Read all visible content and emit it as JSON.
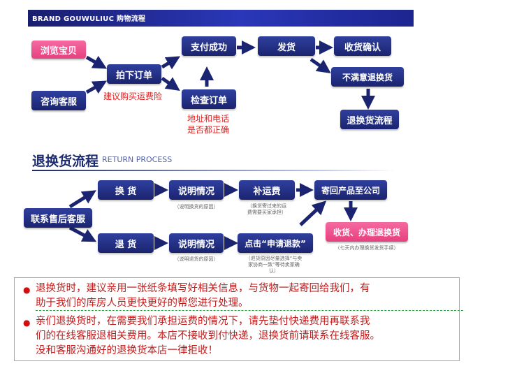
{
  "header": {
    "title": "BRAND GOUWULIUC 购物流程"
  },
  "shopping_flow": {
    "browse": "浏览宝贝",
    "consult": "咨询客服",
    "order": "拍下订单",
    "pay": "支付成功",
    "check": "检查订单",
    "ship": "发货",
    "receive": "收货确认",
    "unsatisfied": "不满意退换货",
    "return_process": "退换货流程",
    "insurance_note": "建议购买运费险",
    "address_note_line1": "地址和电话",
    "address_note_line2": "是否都正确"
  },
  "return_section": {
    "title": "退换货流程",
    "subtitle": "RETURN PROCESS",
    "contact": "联系售后客服",
    "exchange": "换 货",
    "refund": "退 货",
    "explain_exchange": "说明情况",
    "explain_refund": "说明情况",
    "explain_exchange_note": "（说明换货的原因）",
    "explain_refund_note": "（说明退货的原因）",
    "shipping_fee": "补运费",
    "shipping_fee_note_line1": "（换货寄过来的运",
    "shipping_fee_note_line2": "费需要买家承担）",
    "apply_refund": "点击“申请退款”",
    "apply_refund_note_line1": "（退货原因尽量选择“与卖",
    "apply_refund_note_line2": "家协商一致”等待卖家确",
    "apply_refund_note_line3": "认）",
    "send_back": "寄回产品至公司",
    "receive_refund": "收货、办理退换货",
    "receive_refund_note": "（七天内办理换货发货手续）"
  },
  "notice": {
    "p1_line1": "退换货时，建议亲用一张纸条填写好相关信息，与货物一起寄回给我们，有",
    "p1_line2": "助于我们的库房人员更快更好的帮您进行处理。",
    "p2_line1": "亲们退换货时，在需要我们承担运费的情况下，请先垫付快递费用再联系我",
    "p2_line2": "们的在线客服退相关费用。本店不接收到付快递，退换货前请联系在线客服。",
    "p2_line3": "没和客服沟通好的退换货本店一律拒收！"
  },
  "colors": {
    "navy": "#1b2470",
    "pink": "#e6407f",
    "red": "#e02020",
    "notice_red": "#c21a1a"
  }
}
